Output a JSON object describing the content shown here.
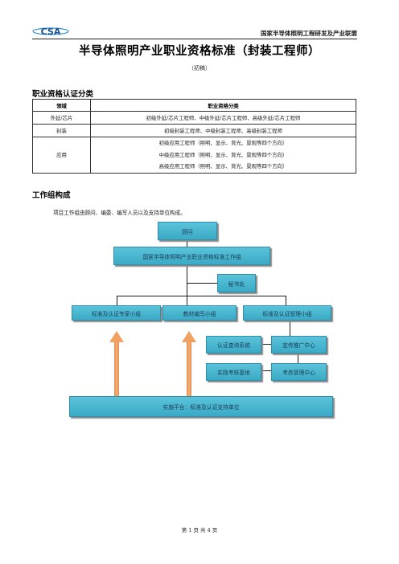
{
  "header": {
    "logo_text": "CSA",
    "org_name": "国家半导体照明工程研发及产业联盟"
  },
  "document": {
    "title": "半导体照明产业职业资格标准（封装工程师）",
    "subtitle": "（初稿）"
  },
  "section_cert": {
    "heading": "职业资格认证分类",
    "table": {
      "headers": [
        "领域",
        "职业资格分类"
      ],
      "rows": [
        {
          "field": "外延/芯片",
          "lines": [
            "初级外延/芯片工程师、中级外延/芯片工程师、高级外延/芯片工程师"
          ]
        },
        {
          "field": "封装",
          "lines": [
            "初级封装工程师、中级封装工程师、高级封装工程师"
          ]
        },
        {
          "field": "应用",
          "lines": [
            "初级应用工程师（照明、显示、背光、景观等四个方向）",
            "中级应用工程师（照明、显示、背光、景观等四个方向）",
            "高级应用工程师（照明、显示、背光、景观等四个方向）"
          ]
        }
      ]
    }
  },
  "section_team": {
    "heading": "工作组构成",
    "intro": "项目工作组由顾问、编委、编写人员以及支持单位构成。"
  },
  "org_chart": {
    "advisor": "顾问",
    "committee": "国家半导体照明产业职业资格标准工作组",
    "secretariat": "秘书处",
    "expert_group": "标准及认证专家小组",
    "textbook_group": "教材编写小组",
    "mgmt_group": "标准及认证管理小组",
    "query_system": "认证查询系统",
    "promotion_center": "宣传推广中心",
    "practice_base": "实践考核基地",
    "exam_center": "考务管理中心",
    "platform": "实施平台：标准及认证支持单位"
  },
  "footer": {
    "page_text": "第 1 页 共 4 页"
  },
  "colors": {
    "box_fill": "#4bb9d3",
    "arrow": "#f0a060"
  }
}
